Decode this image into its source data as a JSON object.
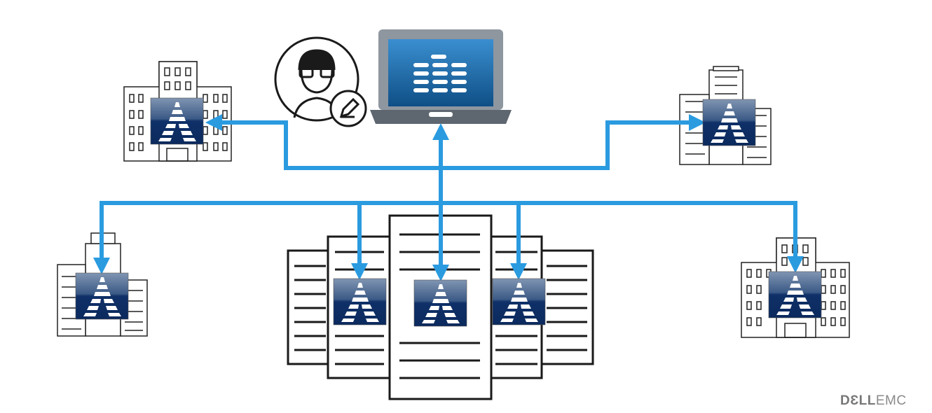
{
  "diagram": {
    "colors": {
      "connector": "#2b9be0",
      "node_top": "#7d93b0",
      "node_bottom": "#0d2c62",
      "outline": "#1a1a1a"
    },
    "nodes": {
      "laptop": {
        "icon": "laptop-dashboard-icon"
      },
      "admin": {
        "icon": "administrator-with-pencil-icon"
      },
      "sites": [
        "building-top-left",
        "building-top-right",
        "building-left",
        "building-right",
        "datacenter-servers"
      ]
    }
  },
  "branding": {
    "logo_bold": "DƐLL",
    "logo_light": "EMC"
  }
}
